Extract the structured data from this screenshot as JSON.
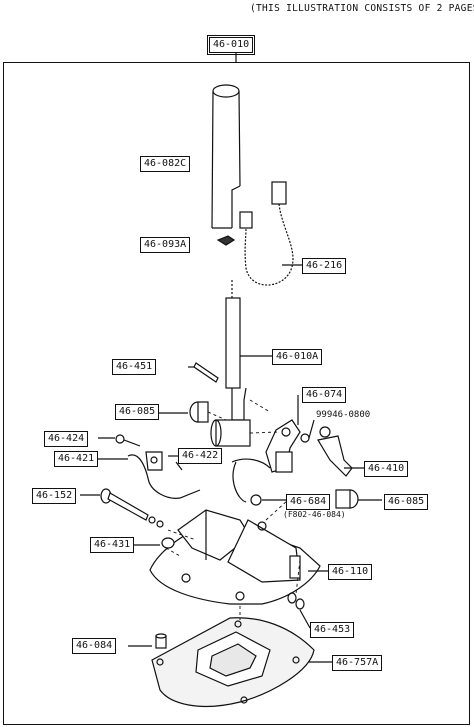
{
  "header": {
    "note": "(THIS ILLUSTRATION CONSISTS OF  2 PAGES)"
  },
  "assembly": {
    "main_label": "46-010"
  },
  "callouts": {
    "c_46_082c": "46-082C",
    "c_46_093a": "46-093A",
    "c_46_216": "46-216",
    "c_46_451": "46-451",
    "c_46_010a": "46-010A",
    "c_46_074": "46-074",
    "c_99946": "99946-0800",
    "c_46_085_left": "46-085",
    "c_46_424": "46-424",
    "c_46_421": "46-421",
    "c_46_422": "46-422",
    "c_46_410": "46-410",
    "c_46_152": "46-152",
    "c_46_684": "46-684",
    "c_f802": "(F802-46-084)",
    "c_46_085_right": "46-085",
    "c_46_431": "46-431",
    "c_46_110": "46-110",
    "c_46_453": "46-453",
    "c_46_084": "46-084",
    "c_46_757a": "46-757A"
  }
}
